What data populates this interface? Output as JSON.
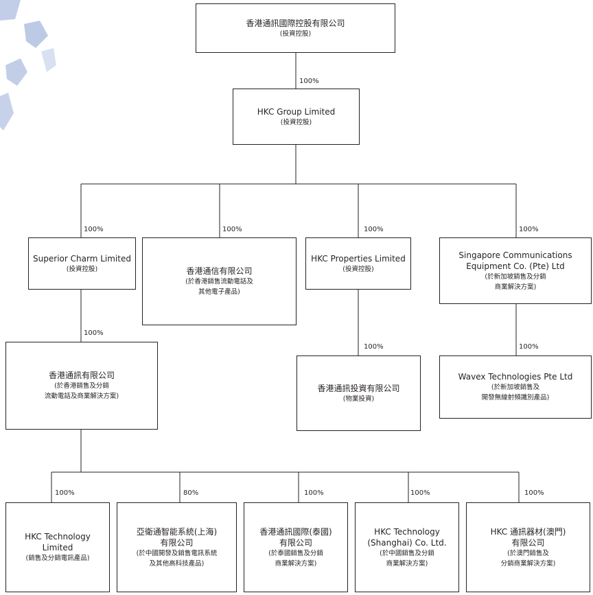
{
  "colors": {
    "line": "#231f20",
    "box_border": "#231f20",
    "decoration": "#8fa6d6"
  },
  "decoration": {
    "icon": "crystal-decoration-icon"
  },
  "nodes": {
    "root": {
      "lines": [
        "香港通訊國際控股有限公司"
      ],
      "desc": [
        "(投資控股)"
      ]
    },
    "group": {
      "lines": [
        "HKC Group Limited"
      ],
      "desc": [
        "(投資控股)"
      ]
    },
    "superior": {
      "lines": [
        "Superior Charm Limited"
      ],
      "desc": [
        "(投資控股)"
      ]
    },
    "hktelecom": {
      "lines": [
        "香港通信有限公司"
      ],
      "desc": [
        "(於香港銷售流動電話及",
        "其他電子產品)"
      ]
    },
    "properties": {
      "lines": [
        "HKC Properties Limited"
      ],
      "desc": [
        "(投資控股)"
      ]
    },
    "singapore": {
      "lines": [
        "Singapore Communications",
        "Equipment Co. (Pte) Ltd"
      ],
      "desc": [
        "(於新加坡銷售及分銷",
        "商業解決方案)"
      ]
    },
    "hkcomm": {
      "lines": [
        "香港通訊有限公司"
      ],
      "desc": [
        "(於香港銷售及分銷",
        "流動電話及商業解決方案)"
      ]
    },
    "investment": {
      "lines": [
        "香港通訊投資有限公司"
      ],
      "desc": [
        "(物業投資)"
      ]
    },
    "wavex": {
      "lines": [
        "Wavex Technologies Pte Ltd"
      ],
      "desc": [
        "(於新加坡銷售及",
        "開發無線射頻識別產品)"
      ]
    },
    "tech": {
      "lines": [
        "HKC Technology",
        "Limited"
      ],
      "desc": [
        "(銷售及分銷電訊產品)"
      ]
    },
    "asia": {
      "lines": [
        "亞衛通智能系統(上海)",
        "有限公司"
      ],
      "desc": [
        "(於中國開發及銷售電訊系統",
        "及其他高科技產品)"
      ]
    },
    "thai": {
      "lines": [
        "香港通訊國際(泰國)",
        "有限公司"
      ],
      "desc": [
        "(於泰國銷售及分銷",
        "商業解決方案)"
      ]
    },
    "shanghai": {
      "lines": [
        "HKC Technology",
        "(Shanghai) Co. Ltd."
      ],
      "desc": [
        "(於中國銷售及分銷",
        "商業解決方案)"
      ]
    },
    "macau": {
      "lines": [
        "HKC 通訊器材(澳門)",
        "有限公司"
      ],
      "desc": [
        "(於澳門銷售及",
        "分銷商業解決方案)"
      ]
    }
  },
  "percentages": {
    "group": "100%",
    "superior": "100%",
    "hktelecom": "100%",
    "properties": "100%",
    "singapore": "100%",
    "hkcomm": "100%",
    "investment": "100%",
    "wavex": "100%",
    "tech": "100%",
    "asia": "80%",
    "thai": "100%",
    "shanghai": "100%",
    "macau": "100%"
  }
}
